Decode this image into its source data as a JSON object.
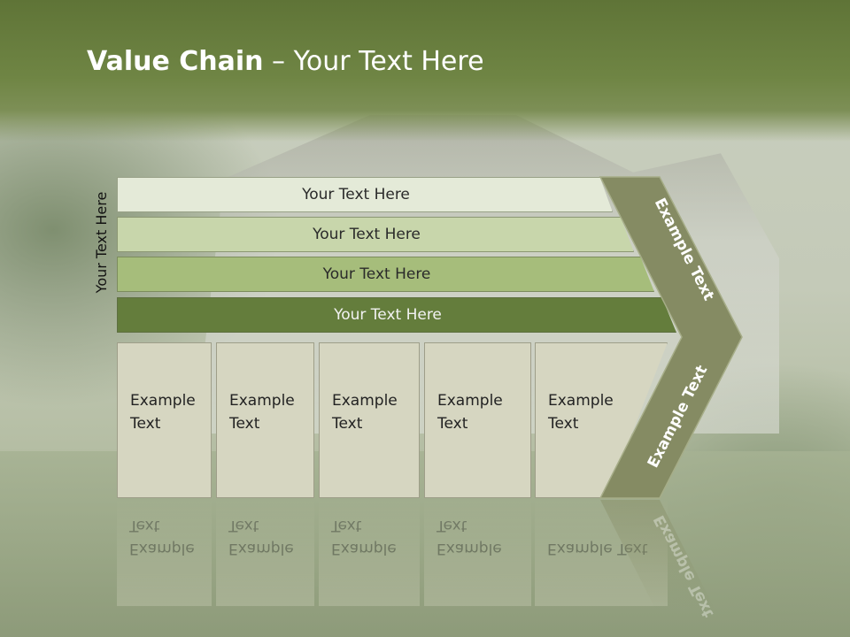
{
  "title": {
    "bold": "Value Chain",
    "rest": " – Your Text Here"
  },
  "side_label": "Your Text Here",
  "bars": [
    "Your Text Here",
    "Your Text Here",
    "Your Text Here",
    "Your Text Here"
  ],
  "boxes": [
    "Example\nText",
    "Example\nText",
    "Example\nText",
    "Example\nText",
    "Example\nText"
  ],
  "chevron": {
    "upper": "Example Text",
    "lower": "Example Text",
    "color": "#858b63"
  },
  "colors": {
    "header": "#6b8040",
    "bar1": "#e4ead8",
    "bar2": "#c8d6ab",
    "bar3": "#a6bd7b",
    "bar4": "#647d3c",
    "box": "#d6d6c1"
  }
}
